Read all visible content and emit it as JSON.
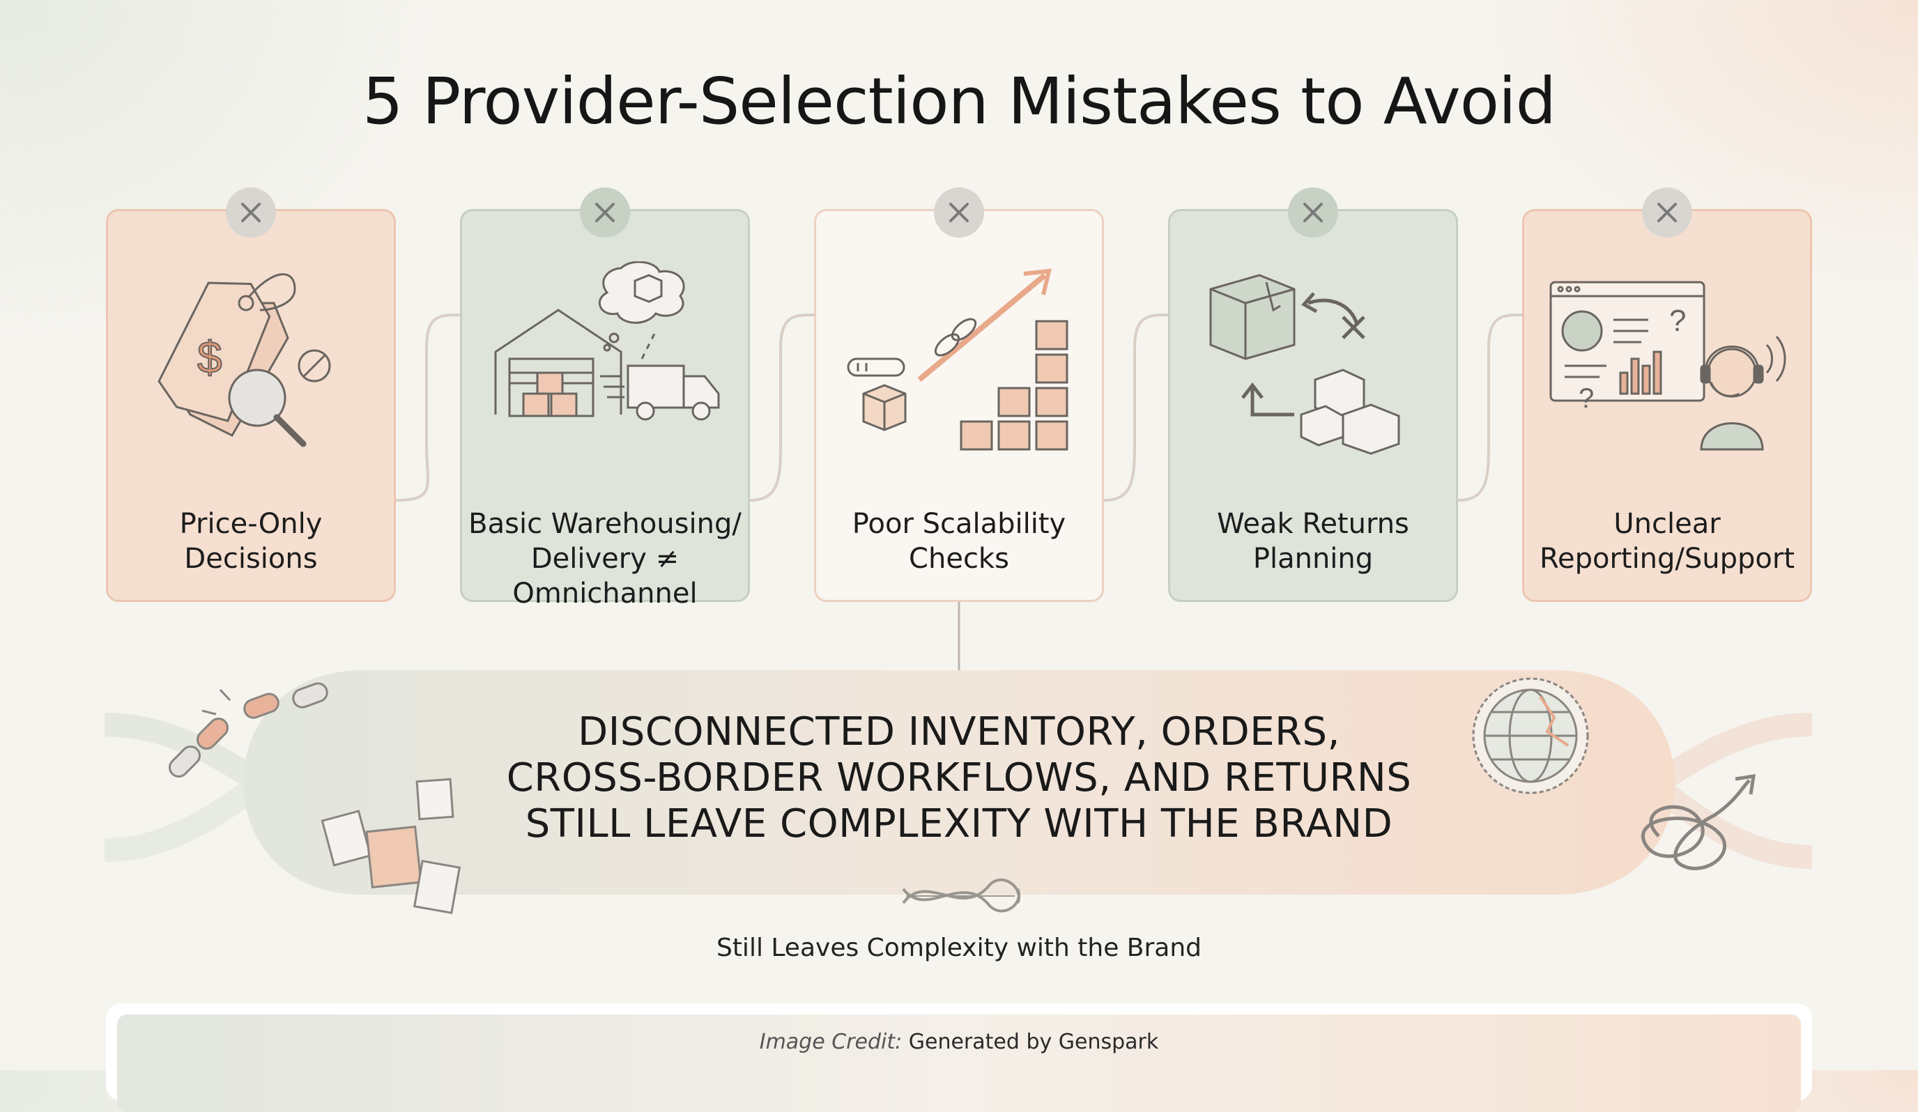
{
  "title": "5 Provider-Selection Mistakes to Avoid",
  "cards": [
    {
      "label_line1": "Price-Only",
      "label_line2": "Decisions",
      "illustration": "price-tag-magnifier-icon"
    },
    {
      "label_line1": "Basic Warehousing/",
      "label_line2": "Delivery ≠ Omnichannel",
      "illustration": "warehouse-truck-icon"
    },
    {
      "label_line1": "Poor Scalability",
      "label_line2": "Checks",
      "illustration": "growth-boxes-icon"
    },
    {
      "label_line1": "Weak Returns",
      "label_line2": "Planning",
      "illustration": "returns-boxes-icon"
    },
    {
      "label_line1": "Unclear",
      "label_line2": "Reporting/Support",
      "illustration": "support-dashboard-icon"
    }
  ],
  "band": {
    "line1": "DISCONNECTED INVENTORY, ORDERS,",
    "line2": "CROSS-BORDER WORKFLOWS, AND RETURNS",
    "line3": "STILL LEAVE COMPLEXITY WITH THE BRAND"
  },
  "subtitle": "Still Leaves Complexity with the Brand",
  "credit": {
    "prefix": "Image Credit:",
    "text": "Generated by Genspark"
  },
  "colors": {
    "peach": "#f5dfd0",
    "sage": "#dfe4db",
    "cream": "#faf6f1",
    "accent": "#e8a98a",
    "line": "#6f6f6f"
  }
}
